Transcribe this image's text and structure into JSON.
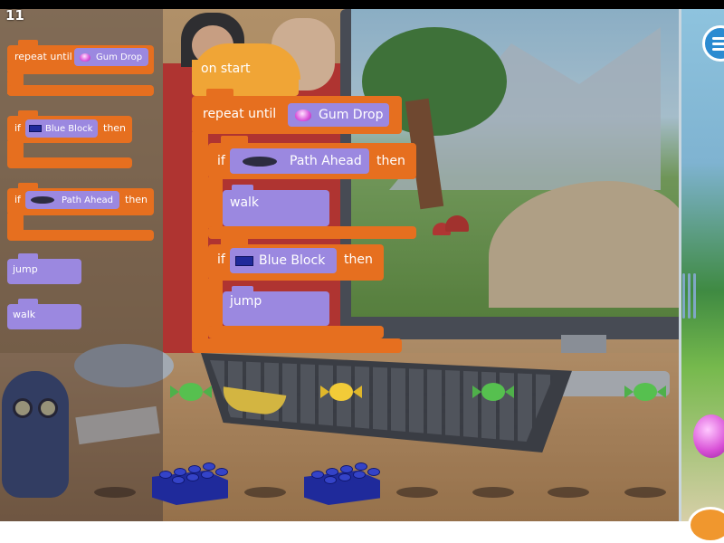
{
  "level_number": "11",
  "palette": {
    "control_orange": "#e66f1f",
    "motion_purple": "#9b88e0",
    "event_yellow": "#f0a536",
    "gum_drop_pink": "#da54db",
    "blue_block": "#1f2a9b"
  },
  "toolbox": {
    "repeat_block": {
      "prefix": "repeat until",
      "item": "Gum Drop"
    },
    "if_blue_block": {
      "prefix": "if",
      "item": "Blue Block",
      "suffix": "then"
    },
    "if_path_ahead": {
      "prefix": "if",
      "item": "Path Ahead",
      "suffix": "then"
    },
    "jump_label": "jump",
    "walk_label": "walk"
  },
  "workspace": {
    "on_start": "on start",
    "repeat": {
      "prefix": "repeat until",
      "item": "Gum Drop"
    },
    "if_path": {
      "prefix": "if",
      "item": "Path Ahead",
      "suffix": "then",
      "action": "walk"
    },
    "if_blue": {
      "prefix": "if",
      "item": "Blue Block",
      "suffix": "then",
      "action": "jump"
    }
  },
  "icons": {
    "gum_drop": "gum-drop-icon",
    "path": "path-ahead-icon",
    "blue_block": "blue-block-icon",
    "menu": "hamburger-menu-icon"
  }
}
